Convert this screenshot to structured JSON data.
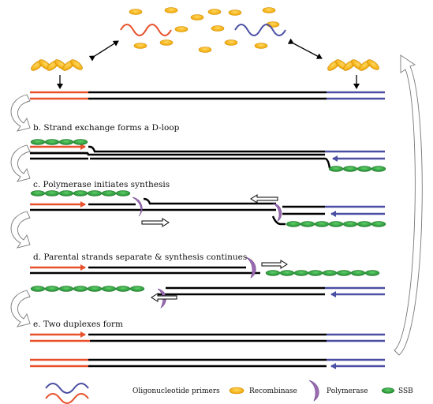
{
  "steps": {
    "b": "b. Strand exchange forms a D-loop",
    "c": "c. Polymerase initiates synthesis",
    "d": "d. Parental strands separate & synthesis continues",
    "e": "e. Two duplexes form"
  },
  "legend": {
    "primers": "Oligonucleotide primers",
    "recombinase": "Recombinase",
    "polymerase": "Polymerase",
    "ssb": "SSB"
  },
  "colors": {
    "forward_primer": "#e8502a",
    "reverse_primer": "#4a4fa3",
    "template": "#000000",
    "recombinase": "#f5b315",
    "ssb": "#2e9e3e",
    "polymerase": "#9a6bb3"
  }
}
